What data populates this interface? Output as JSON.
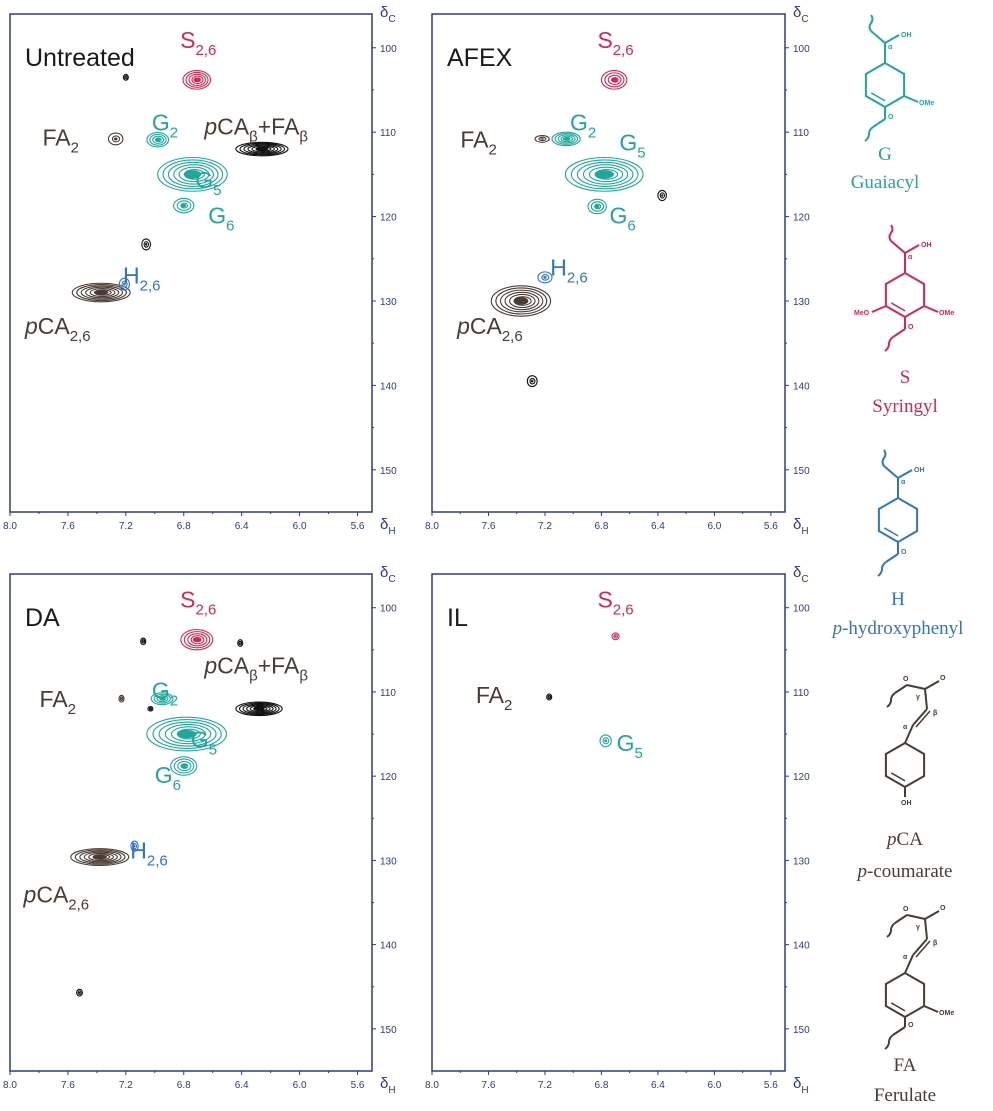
{
  "colors": {
    "axis": "#2b3a8c",
    "G": "#1ea89b",
    "S": "#d7264f",
    "H": "#2f74c8",
    "brown": "#4a3b33",
    "black": "#111111"
  },
  "chart_data": [
    {
      "type": "scatter",
      "title": "Untreated",
      "xlabel": "δH",
      "ylabel": "δC",
      "xlim": [
        8.0,
        5.5
      ],
      "ylim": [
        96,
        155
      ],
      "x_ticks": [
        "8.0",
        "7.6",
        "7.2",
        "6.8",
        "6.4",
        "6.0",
        "5.6"
      ],
      "y_ticks": [
        "100",
        "110",
        "120",
        "130",
        "140",
        "150"
      ],
      "peaks": [
        {
          "x": 6.71,
          "y": 103.8,
          "color": "S",
          "sx": 0.19,
          "sy": 2.2
        },
        {
          "x": 6.98,
          "y": 110.9,
          "color": "G",
          "sx": 0.15,
          "sy": 1.7
        },
        {
          "x": 6.74,
          "y": 115.0,
          "color": "G",
          "sx": 0.48,
          "sy": 4.0
        },
        {
          "x": 6.8,
          "y": 118.7,
          "color": "G",
          "sx": 0.14,
          "sy": 1.7
        },
        {
          "x": 7.27,
          "y": 110.8,
          "color": "brown",
          "sx": 0.1,
          "sy": 1.4
        },
        {
          "x": 6.26,
          "y": 112.0,
          "color": "black",
          "sx": 0.36,
          "sy": 1.6
        },
        {
          "x": 7.06,
          "y": 123.3,
          "color": "black",
          "sx": 0.06,
          "sy": 1.3
        },
        {
          "x": 7.37,
          "y": 129.0,
          "color": "brown",
          "sx": 0.4,
          "sy": 2.2
        },
        {
          "x": 7.21,
          "y": 128.0,
          "color": "H",
          "sx": 0.07,
          "sy": 1.4
        },
        {
          "x": 7.2,
          "y": 103.5,
          "color": "black",
          "sx": 0.03,
          "sy": 0.7
        }
      ],
      "labels": [
        {
          "x": 6.7,
          "y": 100.0,
          "color": "S",
          "main": "S",
          "sub": "2,6"
        },
        {
          "x": 6.93,
          "y": 109.8,
          "color": "G",
          "main": "G",
          "sub": "2"
        },
        {
          "x": 7.65,
          "y": 111.6,
          "color": "brown",
          "main": "FA",
          "sub": "2"
        },
        {
          "x": 6.3,
          "y": 110.3,
          "color": "brown",
          "main": "pCA",
          "sub": "β",
          "extra": "+FA",
          "extrasub": "β"
        },
        {
          "x": 6.63,
          "y": 116.6,
          "color": "G",
          "main": "G",
          "sub": "5"
        },
        {
          "x": 6.54,
          "y": 120.8,
          "color": "G",
          "main": "G",
          "sub": "6"
        },
        {
          "x": 7.09,
          "y": 127.9,
          "color": "H",
          "main": "H",
          "sub": "2,6"
        },
        {
          "x": 7.67,
          "y": 133.9,
          "color": "brown",
          "main": "pCA",
          "sub": "2,6"
        }
      ]
    },
    {
      "type": "scatter",
      "title": "AFEX",
      "xlabel": "δH",
      "ylabel": "δC",
      "xlim": [
        8.0,
        5.5
      ],
      "ylim": [
        96,
        155
      ],
      "x_ticks": [
        "8.0",
        "7.6",
        "7.2",
        "6.8",
        "6.4",
        "6.0",
        "5.6"
      ],
      "y_ticks": [
        "100",
        "110",
        "120",
        "130",
        "140",
        "150"
      ],
      "peaks": [
        {
          "x": 6.71,
          "y": 103.8,
          "color": "S",
          "sx": 0.18,
          "sy": 2.2
        },
        {
          "x": 7.05,
          "y": 110.8,
          "color": "G",
          "sx": 0.2,
          "sy": 1.6
        },
        {
          "x": 6.78,
          "y": 115.0,
          "color": "G",
          "sx": 0.55,
          "sy": 4.0
        },
        {
          "x": 6.83,
          "y": 118.8,
          "color": "G",
          "sx": 0.13,
          "sy": 1.7
        },
        {
          "x": 7.22,
          "y": 110.8,
          "color": "brown",
          "sx": 0.1,
          "sy": 0.8
        },
        {
          "x": 6.37,
          "y": 117.5,
          "color": "black",
          "sx": 0.06,
          "sy": 1.2
        },
        {
          "x": 7.37,
          "y": 130.0,
          "color": "brown",
          "sx": 0.42,
          "sy": 3.6
        },
        {
          "x": 7.2,
          "y": 127.2,
          "color": "H",
          "sx": 0.1,
          "sy": 1.3
        },
        {
          "x": 7.29,
          "y": 139.5,
          "color": "black",
          "sx": 0.07,
          "sy": 1.3
        }
      ],
      "labels": [
        {
          "x": 6.7,
          "y": 100.0,
          "color": "S",
          "main": "S",
          "sub": "2,6"
        },
        {
          "x": 7.67,
          "y": 111.8,
          "color": "brown",
          "main": "FA",
          "sub": "2"
        },
        {
          "x": 6.93,
          "y": 109.8,
          "color": "G",
          "main": "G",
          "sub": "2"
        },
        {
          "x": 6.58,
          "y": 112.2,
          "color": "G",
          "main": "G",
          "sub": "5"
        },
        {
          "x": 6.65,
          "y": 120.8,
          "color": "G",
          "main": "G",
          "sub": "6"
        },
        {
          "x": 7.03,
          "y": 127.0,
          "color": "H",
          "main": "H",
          "sub": "2,6"
        },
        {
          "x": 7.59,
          "y": 133.9,
          "color": "brown",
          "main": "pCA",
          "sub": "2,6"
        }
      ]
    },
    {
      "type": "scatter",
      "title": "DA",
      "xlabel": "δH",
      "ylabel": "δC",
      "xlim": [
        8.0,
        5.5
      ],
      "ylim": [
        96,
        155
      ],
      "x_ticks": [
        "8.0",
        "7.6",
        "7.2",
        "6.8",
        "6.4",
        "6.0",
        "5.6"
      ],
      "y_ticks": [
        "100",
        "110",
        "120",
        "130",
        "140",
        "150"
      ],
      "peaks": [
        {
          "x": 6.71,
          "y": 103.8,
          "color": "S",
          "sx": 0.22,
          "sy": 2.4
        },
        {
          "x": 6.95,
          "y": 110.8,
          "color": "G",
          "sx": 0.15,
          "sy": 1.4
        },
        {
          "x": 6.78,
          "y": 115.0,
          "color": "G",
          "sx": 0.55,
          "sy": 4.0
        },
        {
          "x": 6.8,
          "y": 118.8,
          "color": "G",
          "sx": 0.18,
          "sy": 2.2
        },
        {
          "x": 7.23,
          "y": 110.8,
          "color": "brown",
          "sx": 0.03,
          "sy": 0.8
        },
        {
          "x": 6.28,
          "y": 112.0,
          "color": "black",
          "sx": 0.32,
          "sy": 1.6
        },
        {
          "x": 7.03,
          "y": 112.0,
          "color": "black",
          "sx": 0.0,
          "sy": 0.0
        },
        {
          "x": 7.38,
          "y": 129.6,
          "color": "brown",
          "sx": 0.4,
          "sy": 2.0
        },
        {
          "x": 7.14,
          "y": 128.3,
          "color": "H",
          "sx": 0.05,
          "sy": 1.2
        },
        {
          "x": 7.52,
          "y": 145.7,
          "color": "black",
          "sx": 0.04,
          "sy": 0.8
        },
        {
          "x": 7.08,
          "y": 104.0,
          "color": "black",
          "sx": 0.03,
          "sy": 0.8
        },
        {
          "x": 6.41,
          "y": 104.2,
          "color": "black",
          "sx": 0.03,
          "sy": 0.8
        }
      ],
      "labels": [
        {
          "x": 6.7,
          "y": 100.0,
          "color": "S",
          "main": "S",
          "sub": "2,6"
        },
        {
          "x": 6.93,
          "y": 110.8,
          "color": "G",
          "main": "G",
          "sub": "2"
        },
        {
          "x": 7.67,
          "y": 111.8,
          "color": "brown",
          "main": "FA",
          "sub": "2"
        },
        {
          "x": 6.3,
          "y": 107.8,
          "color": "brown",
          "main": "pCA",
          "sub": "β",
          "extra": "+FA",
          "extrasub": "β"
        },
        {
          "x": 6.66,
          "y": 116.6,
          "color": "G",
          "main": "G",
          "sub": "5"
        },
        {
          "x": 6.91,
          "y": 120.8,
          "color": "G",
          "main": "G",
          "sub": "6"
        },
        {
          "x": 7.04,
          "y": 129.8,
          "color": "H",
          "main": "H",
          "sub": "2,6"
        },
        {
          "x": 7.68,
          "y": 135.0,
          "color": "brown",
          "main": "pCA",
          "sub": "2,6"
        }
      ]
    },
    {
      "type": "scatter",
      "title": "IL",
      "xlabel": "δH",
      "ylabel": "δC",
      "xlim": [
        8.0,
        5.5
      ],
      "ylim": [
        96,
        155
      ],
      "x_ticks": [
        "8.0",
        "7.6",
        "7.2",
        "6.8",
        "6.4",
        "6.0",
        "5.6"
      ],
      "y_ticks": [
        "100",
        "110",
        "120",
        "130",
        "140",
        "150"
      ],
      "peaks": [
        {
          "x": 6.7,
          "y": 103.4,
          "color": "S",
          "sx": 0.05,
          "sy": 0.8
        },
        {
          "x": 7.17,
          "y": 110.6,
          "color": "black",
          "sx": 0.03,
          "sy": 0.7
        },
        {
          "x": 6.77,
          "y": 115.8,
          "color": "G",
          "sx": 0.08,
          "sy": 1.4
        }
      ],
      "labels": [
        {
          "x": 6.7,
          "y": 100.0,
          "color": "S",
          "main": "S",
          "sub": "2,6"
        },
        {
          "x": 7.56,
          "y": 111.3,
          "color": "brown",
          "main": "FA",
          "sub": "2"
        },
        {
          "x": 6.6,
          "y": 117.0,
          "color": "G",
          "main": "G",
          "sub": "5"
        }
      ]
    }
  ],
  "structures": [
    {
      "key": "G",
      "color": "G",
      "abbr": "G",
      "name": "Guaiacyl",
      "sub_labels": [
        "OH",
        "α",
        "OMe"
      ]
    },
    {
      "key": "S",
      "color": "S",
      "abbr": "S",
      "name": "Syringyl",
      "sub_labels": [
        "OH",
        "α",
        "MeO",
        "OMe"
      ]
    },
    {
      "key": "H",
      "color": "H",
      "abbr": "H",
      "name": "p-hydroxyphenyl",
      "sub_labels": [
        "OH",
        "α"
      ]
    },
    {
      "key": "pCA",
      "color": "brown",
      "abbr": "pCA",
      "name": "p-coumarate",
      "sub_labels": [
        "γ",
        "β",
        "α",
        "OH"
      ]
    },
    {
      "key": "FA",
      "color": "brown",
      "abbr": "FA",
      "name": "Ferulate",
      "sub_labels": [
        "γ",
        "β",
        "α",
        "OMe"
      ]
    }
  ]
}
